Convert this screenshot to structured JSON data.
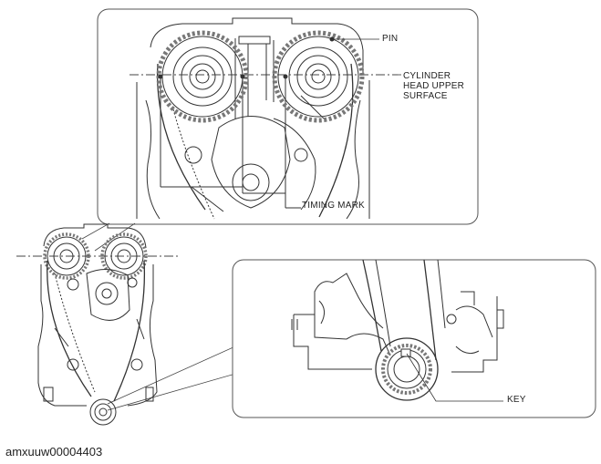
{
  "labels": {
    "pin": "PIN",
    "cylinder_line1": "CYLINDER",
    "cylinder_line2": "HEAD UPPER",
    "cylinder_line3": "SURFACE",
    "timing_mark": "TIMING MARK",
    "key": "KEY"
  },
  "figure_id": "amxuuw00004403",
  "colors": {
    "line": "#333333",
    "fill": "#ffffff",
    "tooth": "#777777"
  }
}
